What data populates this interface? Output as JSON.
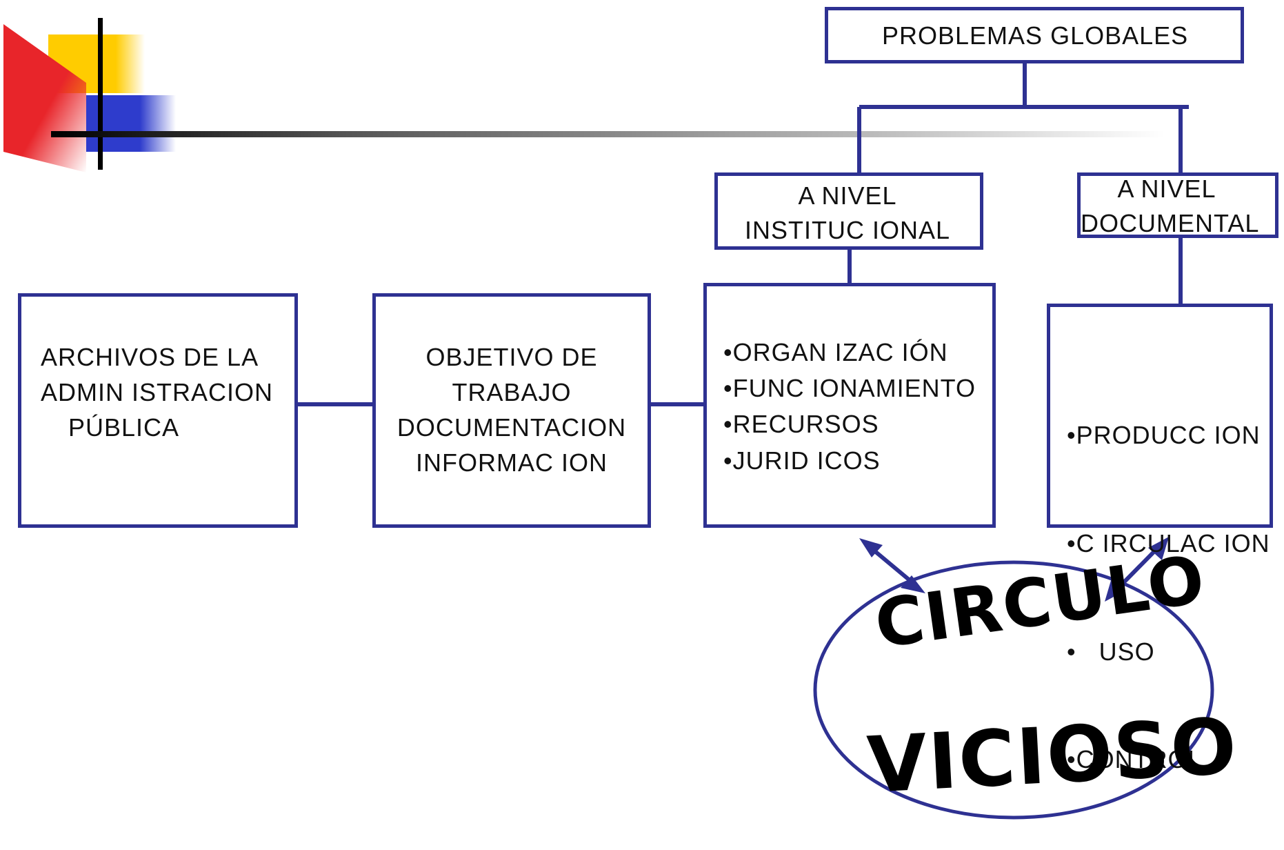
{
  "diagram": {
    "top_box": "PROBLEMAS GLOBALES",
    "institucional_header": [
      "A NIVEL",
      "INSTITUC IONAL"
    ],
    "documental_header": [
      "A NIVEL",
      "DOCUMENTAL"
    ],
    "archivos_box": [
      "ARCHIVOS DE LA",
      "ADMIN ISTRACION",
      "PÚBLICA"
    ],
    "objetivo_box": [
      "OBJETIVO DE",
      "TRABAJO",
      "DOCUMENTACION",
      "INFORMAC ION"
    ],
    "institucional_items": [
      "•ORGAN IZAC IÓN",
      "•FUNC IONAMIENTO",
      "•RECURSOS",
      "•JURID ICOS"
    ],
    "documental_items": [
      "•PRODUCC ION",
      "•C IRCULAC ION",
      "•   USO",
      "•CONTROL"
    ],
    "cycle_word_1": "CIRCULO",
    "cycle_word_2": "VICIOSO"
  },
  "colors": {
    "box_border": "#2e3192",
    "accent_yellow": "#ffcc00",
    "accent_red": "#e8252a",
    "accent_blue": "#2e3ccc"
  }
}
